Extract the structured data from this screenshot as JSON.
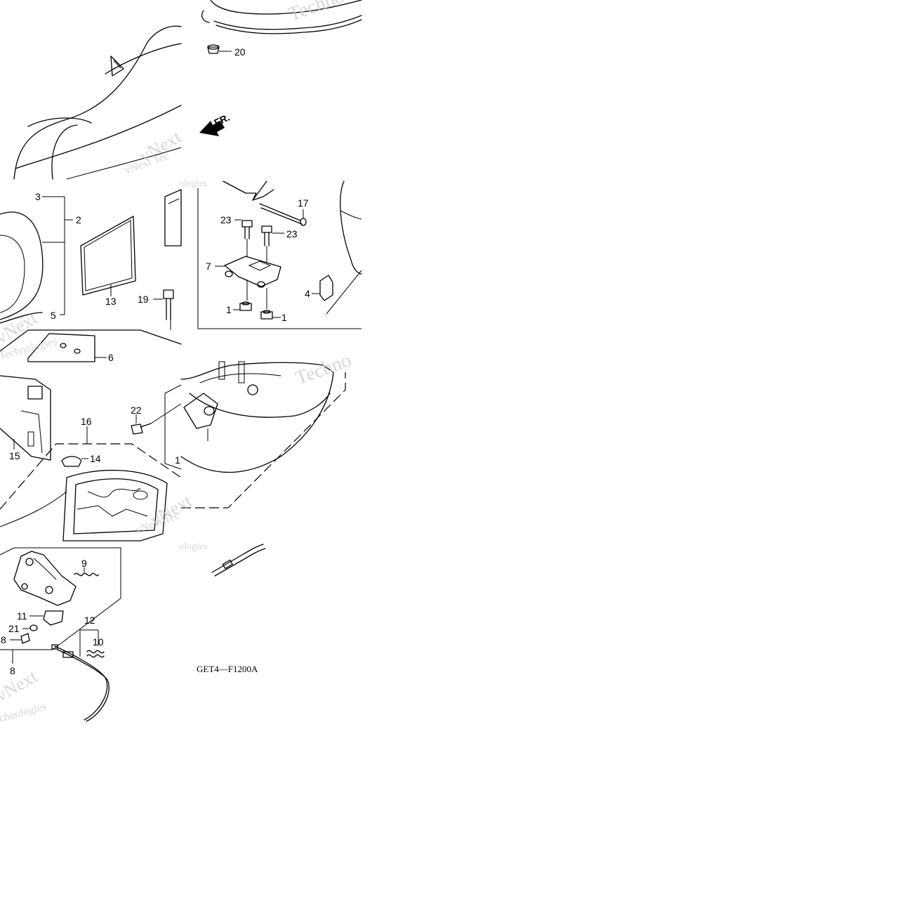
{
  "diagram": {
    "part_number_labels": {
      "n1a": "1",
      "n1b": "1",
      "n1c": "1",
      "n2": "2",
      "n3": "3",
      "n4": "4",
      "n5": "5",
      "n6": "6",
      "n7": "7",
      "n8a": "8",
      "n8b": "8",
      "n9": "9",
      "n10": "10",
      "n11": "11",
      "n12": "12",
      "n13": "13",
      "n14": "14",
      "n15": "15",
      "n16": "16",
      "n17": "17",
      "n19": "19",
      "n20": "20",
      "n21": "21",
      "n22": "22",
      "n23a": "23",
      "n23b": "23"
    },
    "front_arrow_label": "FR.",
    "figure_code": "GET4—F1200A",
    "watermark": {
      "line1": "vNext",
      "line2": "Technologies",
      "alt1": "vNext Tec",
      "alt2": "Techno",
      "alt3": "Technologies",
      "alt4": "chnologies",
      "alt5": "ologies"
    }
  }
}
